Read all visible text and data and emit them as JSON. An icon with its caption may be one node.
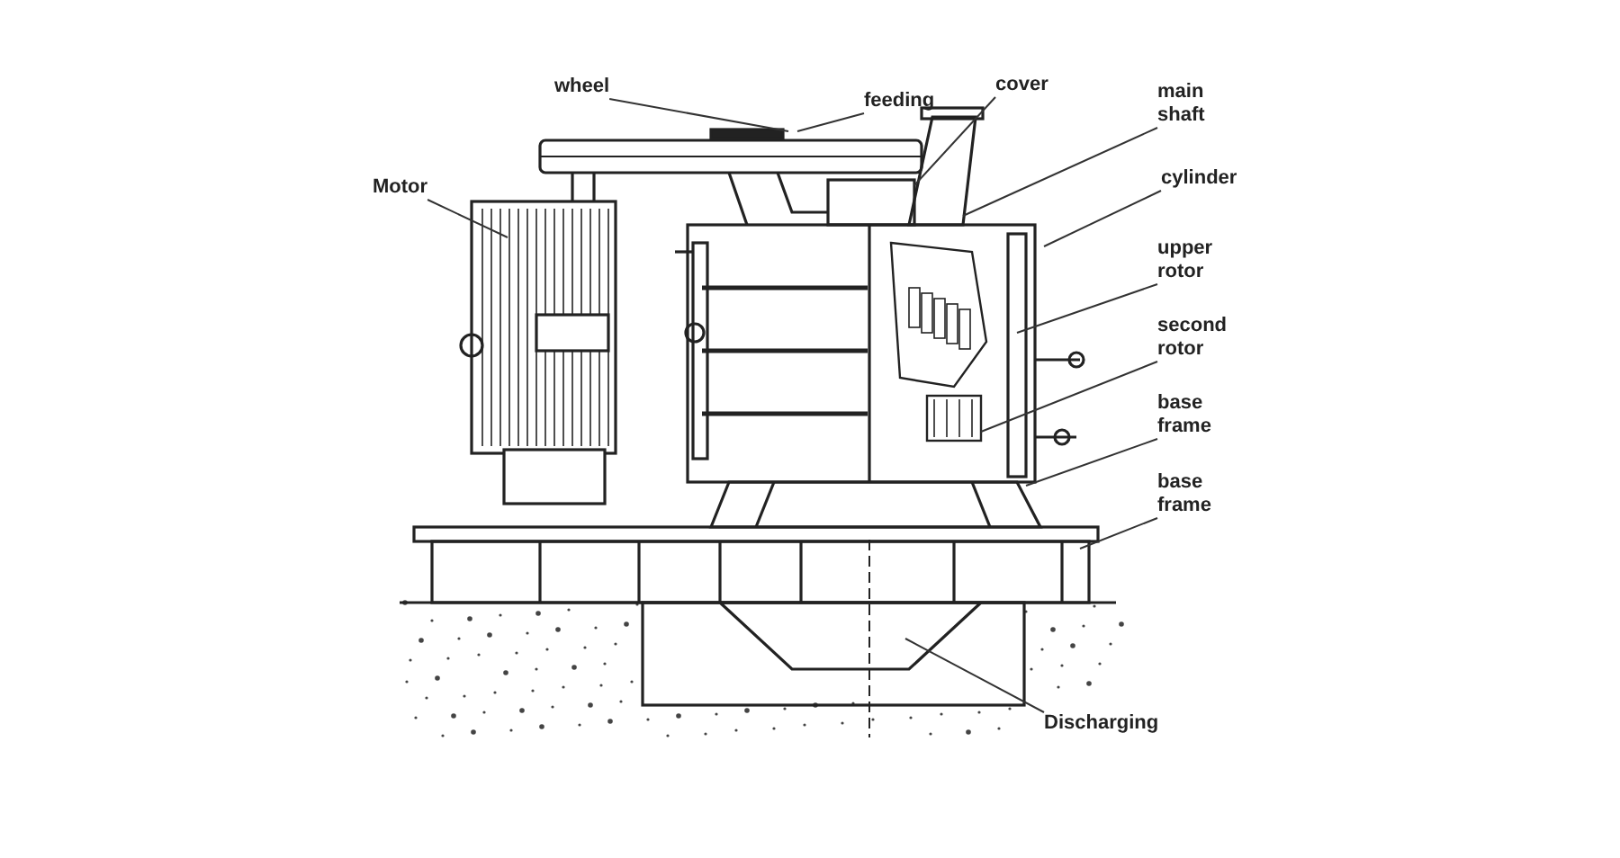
{
  "diagram": {
    "nodes": [
      {
        "text": [
          "wheel"
        ]
      },
      {
        "text": [
          "feeding"
        ]
      },
      {
        "text": [
          "cover"
        ]
      },
      {
        "text": [
          "Motor"
        ]
      },
      {
        "text": [
          "main shaft"
        ]
      },
      {
        "text": [
          "cylinder"
        ]
      },
      {
        "text": [
          "upper rotor"
        ]
      },
      {
        "text": [
          "second rotor"
        ]
      },
      {
        "text": [
          "base frame"
        ]
      },
      {
        "text": [
          "base frame"
        ]
      },
      {
        "text": [
          "Discharging"
        ]
      }
    ],
    "edges": [
      {
        "from": 0,
        "to": null,
        "arrow": "none"
      },
      {
        "from": 1,
        "to": null,
        "arrow": "none"
      },
      {
        "from": 2,
        "to": null,
        "arrow": "none"
      },
      {
        "from": 3,
        "to": null,
        "arrow": "none"
      },
      {
        "from": 4,
        "to": null,
        "arrow": "none"
      },
      {
        "from": 5,
        "to": null,
        "arrow": "none"
      },
      {
        "from": 6,
        "to": null,
        "arrow": "none"
      },
      {
        "from": 7,
        "to": null,
        "arrow": "none"
      },
      {
        "from": 8,
        "to": null,
        "arrow": "none"
      },
      {
        "from": 9,
        "to": null,
        "arrow": "none"
      },
      {
        "from": 10,
        "to": null,
        "arrow": "none"
      }
    ]
  }
}
